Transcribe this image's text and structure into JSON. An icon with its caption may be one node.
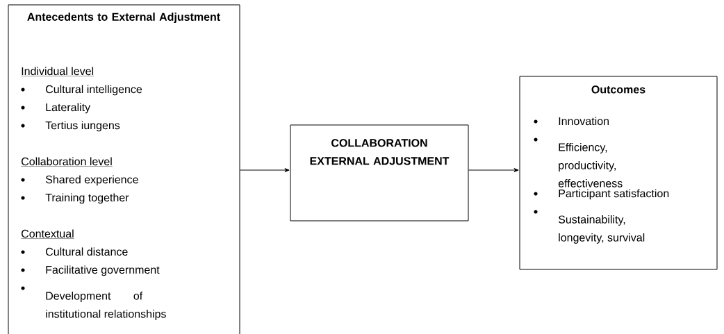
{
  "diagram": {
    "nodes": [
      {
        "text": [
          "Antecedents to External Adjustment",
          "Individual level",
          "Cultural intelligence",
          "Laterality",
          "Tertius iungens",
          "Collaboration level",
          "Shared experience",
          "Training together",
          "Contextual",
          "Cultural distance",
          "Facilitative government",
          "Development of institutional relationships"
        ]
      },
      {
        "text": [
          "COLLABORATION EXTERNAL ADJUSTMENT"
        ]
      },
      {
        "text": [
          "Outcomes",
          "Innovation",
          "Efficiency, productivity, effectiveness",
          "Participant satisfaction",
          "Sustainability, longevity, survival"
        ]
      }
    ],
    "edges": [
      {
        "from": 0,
        "to": 1,
        "arrow": "to"
      },
      {
        "from": 1,
        "to": 2,
        "arrow": "to"
      }
    ]
  }
}
